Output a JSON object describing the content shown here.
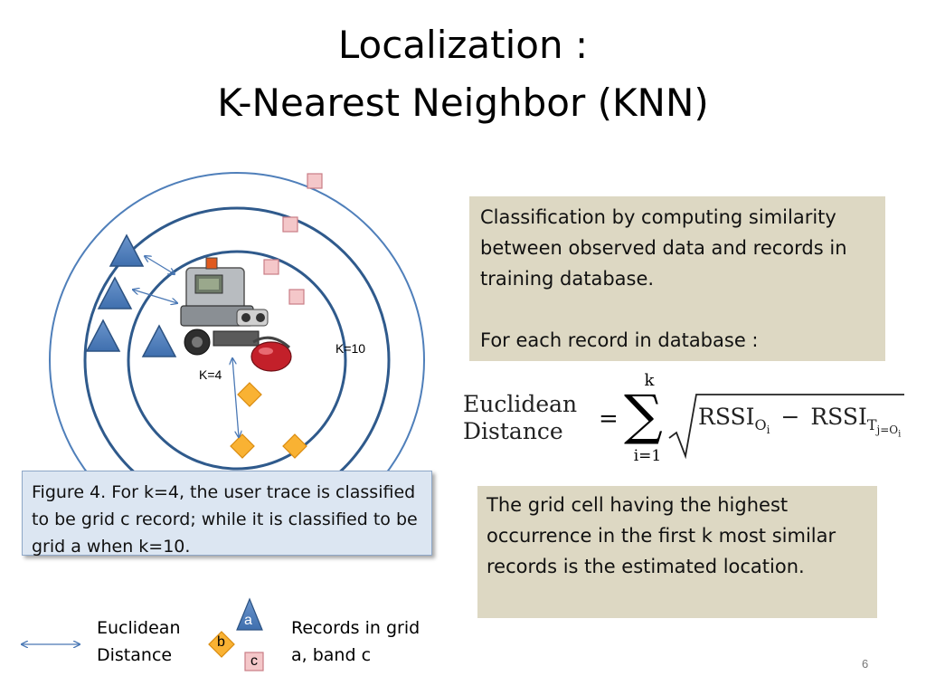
{
  "title": {
    "line1": "Localization :",
    "line2": "K-Nearest Neighbor (KNN)"
  },
  "diagram": {
    "k_outer_label": "K=10",
    "k_inner_label": "K=4",
    "figure_caption": "Figure 4. For k=4, the user trace is classified to be grid c record; while it is classified to be grid a when k=10."
  },
  "info_box_1": {
    "para1": "Classification by computing similarity between observed data and records in training database.",
    "para2": "For each record in database :"
  },
  "formula": {
    "lhs_line1": "Euclidean",
    "lhs_line2": "Distance",
    "equals": "=",
    "sum_upper": "k",
    "sum_lower": "i=1",
    "rssi": "RSSI",
    "sub_o": "O",
    "sub_i": "i",
    "minus": "−",
    "sub_t": "T",
    "sub_j_eq": "j=O",
    "sub_i2": "i"
  },
  "info_box_2": {
    "text": "The grid cell having the highest occurrence in the first k most similar records is the estimated location."
  },
  "legend": {
    "arrow_line1": "Euclidean",
    "arrow_line2": "Distance",
    "letter_a": "a",
    "letter_b": "b",
    "letter_c": "c",
    "records_line1": "Records in grid",
    "records_line2": "a, band c"
  },
  "slide_number": "6",
  "colors": {
    "triangle": "#4f81bd",
    "diamond": "#f9b233",
    "square": "#f4c7c9",
    "ring": "#2f5a8c",
    "khaki_box": "#ddd8c3",
    "caption_box": "#dce6f2"
  }
}
